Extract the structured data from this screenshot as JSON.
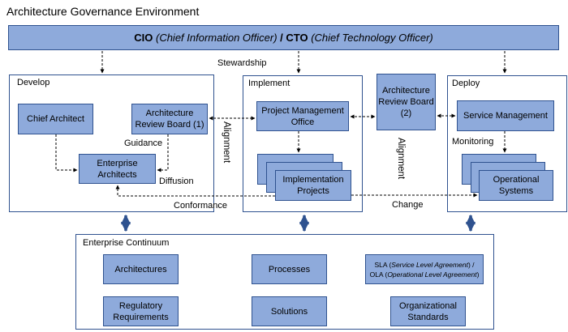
{
  "title": "Architecture Governance Environment",
  "top_bar": {
    "cio": "CIO",
    "cio_full": "(Chief Information Officer)",
    "separator": " / ",
    "cto": "CTO",
    "cto_full": "(Chief Technology Officer)"
  },
  "stewardship": "Stewardship",
  "develop": {
    "label": "Develop",
    "chief_architect": "Chief Architect",
    "arb1": "Architecture Review Board (1)",
    "guidance": "Guidance",
    "enterprise_architects": "Enterprise Architects",
    "diffusion": "Diffusion"
  },
  "alignment_left": "Alignment",
  "implement": {
    "label": "Implement",
    "pmo": "Project Management Office",
    "implementation_projects": "Implementation Projects"
  },
  "arb2": "Architecture Review Board (2)",
  "alignment_right": "Alignment",
  "deploy": {
    "label": "Deploy",
    "service_management": "Service Management",
    "monitoring": "Monitoring",
    "operational_systems": "Operational Systems"
  },
  "conformance": "Conformance",
  "change": "Change",
  "continuum": {
    "label": "Enterprise Continuum",
    "architectures": "Architectures",
    "processes": "Processes",
    "sla_prefix": "SLA (",
    "sla_full": "Service Level Agreement",
    "sla_suffix": ") /",
    "ola_prefix": "OLA (",
    "ola_full": "Operational Level Agreement",
    "ola_suffix": ")",
    "regulatory": "Regulatory Requirements",
    "solutions": "Solutions",
    "org_standards": "Organizational Standards"
  },
  "colors": {
    "box_fill": "#8eaadb",
    "border": "#2f528f",
    "arrow": "#2f528f"
  }
}
